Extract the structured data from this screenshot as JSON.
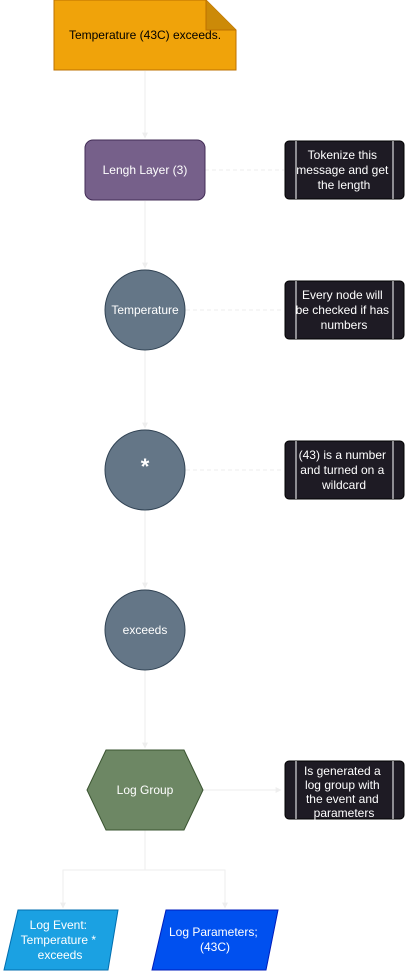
{
  "diagram": {
    "nodes": {
      "input_note": {
        "text": "Temperature (43C) exceeds.",
        "color": "#f0a30a"
      },
      "length_layer": {
        "text": "Lengh Layer (3)",
        "color": "#76608a"
      },
      "temperature_node": {
        "text": "Temperature",
        "color": "#647687"
      },
      "wildcard_node": {
        "text": "*",
        "color": "#647687"
      },
      "exceeds_node": {
        "text": "exceeds",
        "color": "#647687"
      },
      "log_group": {
        "text": "Log Group",
        "color": "#6d8764"
      },
      "log_event": {
        "lines": [
          "Log Event:",
          "Temperature *",
          "exceeds"
        ],
        "color": "#1ba1e2"
      },
      "log_parameters": {
        "lines": [
          "Log Parameters;",
          "(43C)"
        ],
        "color": "#0050ef"
      }
    },
    "annotations": {
      "tokenize": {
        "lines": [
          "Tokenize this",
          "message and get",
          "the length"
        ]
      },
      "every_node": {
        "lines": [
          "Every node will",
          "be checked if has",
          "numbers"
        ]
      },
      "is_number": {
        "lines": [
          "(43) is a number",
          "and turned on a",
          "wildcard"
        ]
      },
      "generated": {
        "lines": [
          "Is generated a",
          "log group with",
          "the event and",
          "parameters"
        ]
      }
    },
    "colors": {
      "annotation_fill": "#1e1b24",
      "connector": "#eeeeee"
    }
  }
}
